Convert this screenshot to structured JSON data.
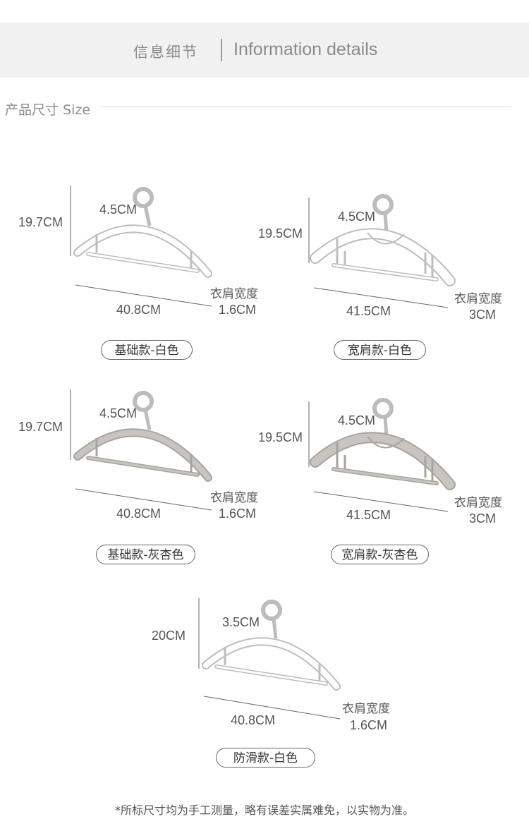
{
  "header": {
    "title_cn": "信息细节",
    "title_en": "Information details"
  },
  "section": {
    "title": "产品尺寸 Size"
  },
  "products": [
    {
      "name": "基础款-白色",
      "height": "19.7CM",
      "hook": "4.5CM",
      "width": "40.8CM",
      "shoulder_label": "衣肩宽度",
      "shoulder": "1.6CM",
      "color": "#ffffff"
    },
    {
      "name": "宽肩款-白色",
      "height": "19.5CM",
      "hook": "4.5CM",
      "width": "41.5CM",
      "shoulder_label": "衣肩宽度",
      "shoulder": "3CM",
      "color": "#ffffff"
    },
    {
      "name": "基础款-灰杏色",
      "height": "19.7CM",
      "hook": "4.5CM",
      "width": "40.8CM",
      "shoulder_label": "衣肩宽度",
      "shoulder": "1.6CM",
      "color": "#c9c4bf"
    },
    {
      "name": "宽肩款-灰杏色",
      "height": "19.5CM",
      "hook": "4.5CM",
      "width": "41.5CM",
      "shoulder_label": "衣肩宽度",
      "shoulder": "3CM",
      "color": "#c9c4bf"
    },
    {
      "name": "防滑款-白色",
      "height": "20CM",
      "hook": "3.5CM",
      "width": "40.8CM",
      "shoulder_label": "衣肩宽度",
      "shoulder": "1.6CM",
      "color": "#ffffff"
    }
  ],
  "footer": {
    "note": "*所标尺寸均为手工测量，略有误差实属难免，以实物为准。"
  }
}
